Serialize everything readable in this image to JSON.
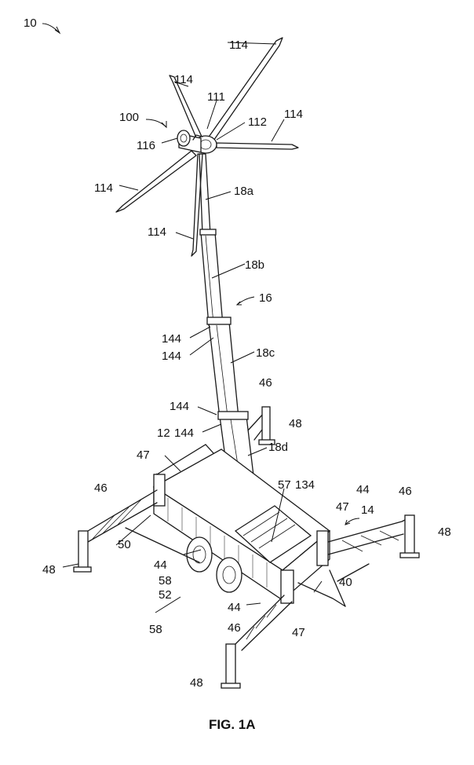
{
  "figure": {
    "caption": "FIG. 1A",
    "labels": {
      "l10": "10",
      "l100": "100",
      "l114a": "114",
      "l114b": "114",
      "l114c": "114",
      "l114d": "114",
      "l114e": "114",
      "l111": "111",
      "l112": "112",
      "l116": "116",
      "l18a": "18a",
      "l18b": "18b",
      "l16": "16",
      "l144a": "144",
      "l144b": "144",
      "l18c": "18c",
      "l46a": "46",
      "l144c": "144",
      "l144d": "144",
      "l48a": "48",
      "l12": "12",
      "l47a": "47",
      "l18d": "18d",
      "l57": "57",
      "l134": "134",
      "l46b": "46",
      "l44a": "44",
      "l46c": "46",
      "l47b": "47",
      "l14": "14",
      "l48b": "48",
      "l50": "50",
      "l44b": "44",
      "l48c": "48",
      "l58a": "58",
      "l52": "52",
      "l40": "40",
      "l44c": "44",
      "l58b": "58",
      "l46d": "46",
      "l47c": "47",
      "l48d": "48"
    }
  }
}
